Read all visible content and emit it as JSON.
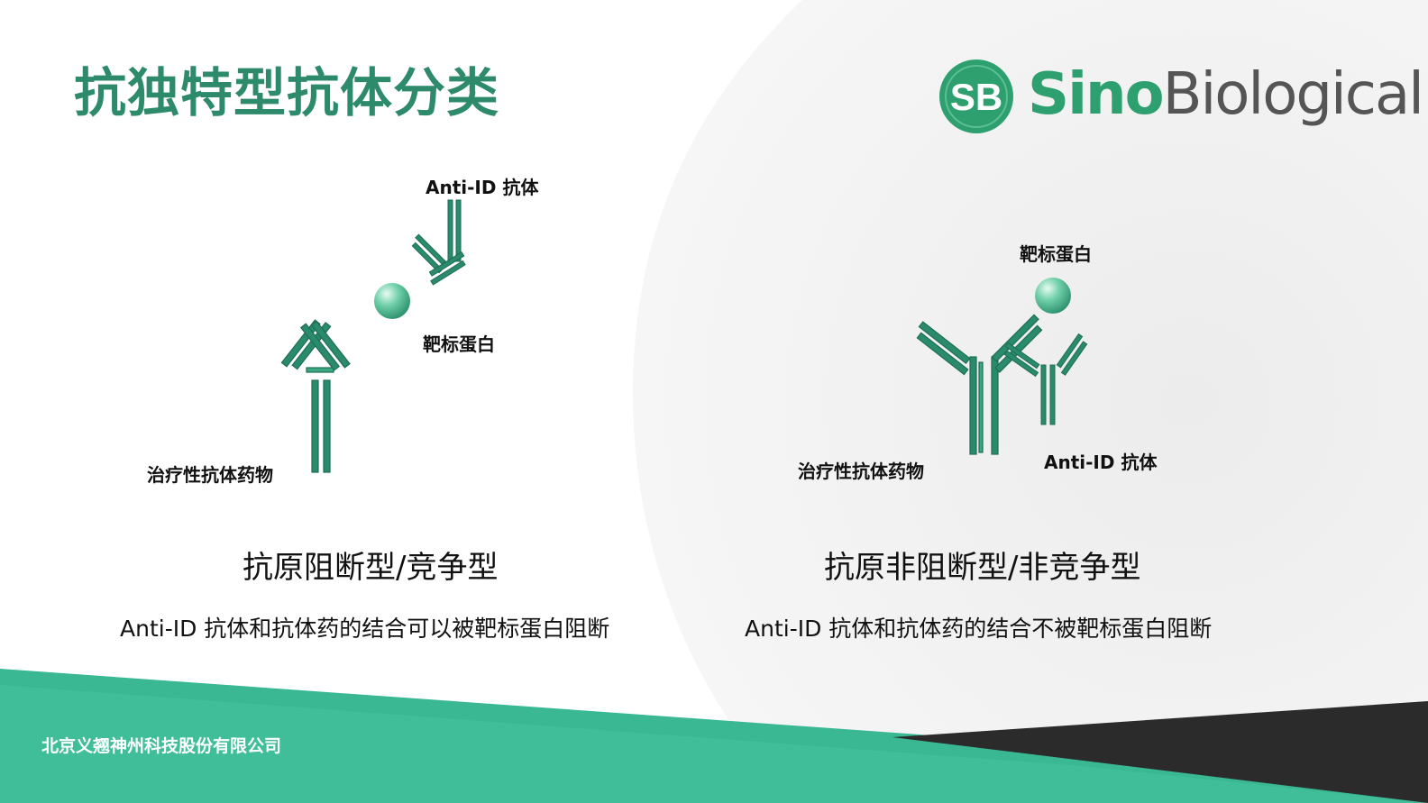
{
  "title": "抗独特型抗体分类",
  "logo": {
    "icon_text": "SB",
    "brand_part1": "Sino",
    "brand_part2": "Biological"
  },
  "left_panel": {
    "label_anti_id": "Anti-ID 抗体",
    "label_target": "靶标蛋白",
    "label_drug": "治疗性抗体药物",
    "heading": "抗原阻断型/竞争型",
    "description": "Anti-ID 抗体和抗体药的结合可以被靶标蛋白阻断"
  },
  "right_panel": {
    "label_target": "靶标蛋白",
    "label_drug": "治疗性抗体药物",
    "label_anti_id": "Anti-ID 抗体",
    "heading": "抗原非阻断型/非竞争型",
    "description": "Anti-ID 抗体和抗体药的结合不被靶标蛋白阻断"
  },
  "footer": {
    "company": "北京义翘神州科技股份有限公司"
  },
  "colors": {
    "title_green": "#2d8a6a",
    "antibody_green": "#2a8a6c",
    "footer_green": "#3ab894",
    "footer_dark": "#2b2b2b",
    "bg_gray": "#f1f1f1"
  }
}
